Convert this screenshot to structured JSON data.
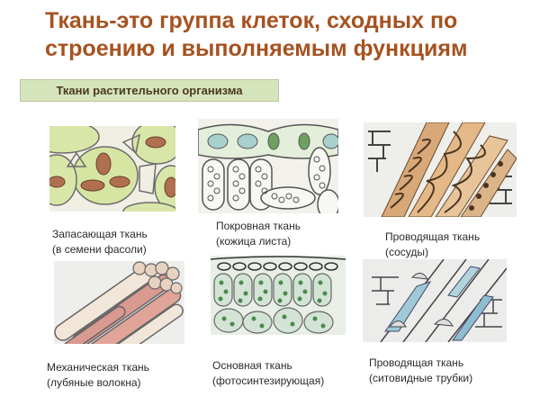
{
  "slide": {
    "title_line1": "Ткань-это группа клеток, сходных по",
    "title_line2": "строению и выполняемым функциям",
    "subtitle": "Ткани растительного организма",
    "title_color": "#a65220",
    "subtitle_bg": "#d6e4bc"
  },
  "tissues": [
    {
      "name": "Запасающая ткань",
      "detail": "(в семени фасоли)",
      "image": "storage-tissue-illustration"
    },
    {
      "name": "Покровная ткань",
      "detail": "(кожица листа)",
      "image": "epidermis-illustration"
    },
    {
      "name": "Проводящая ткань",
      "detail": "(сосуды)",
      "image": "vessels-illustration"
    },
    {
      "name": "Механическая ткань",
      "detail": "(лубяные волокна)",
      "image": "bast-fibers-illustration"
    },
    {
      "name": "Основная ткань",
      "detail": "(фотосинтезирующая)",
      "image": "photosynthetic-tissue-illustration"
    },
    {
      "name": "Проводящая ткань",
      "detail": "(ситовидные трубки)",
      "image": "sieve-tubes-illustration"
    }
  ]
}
